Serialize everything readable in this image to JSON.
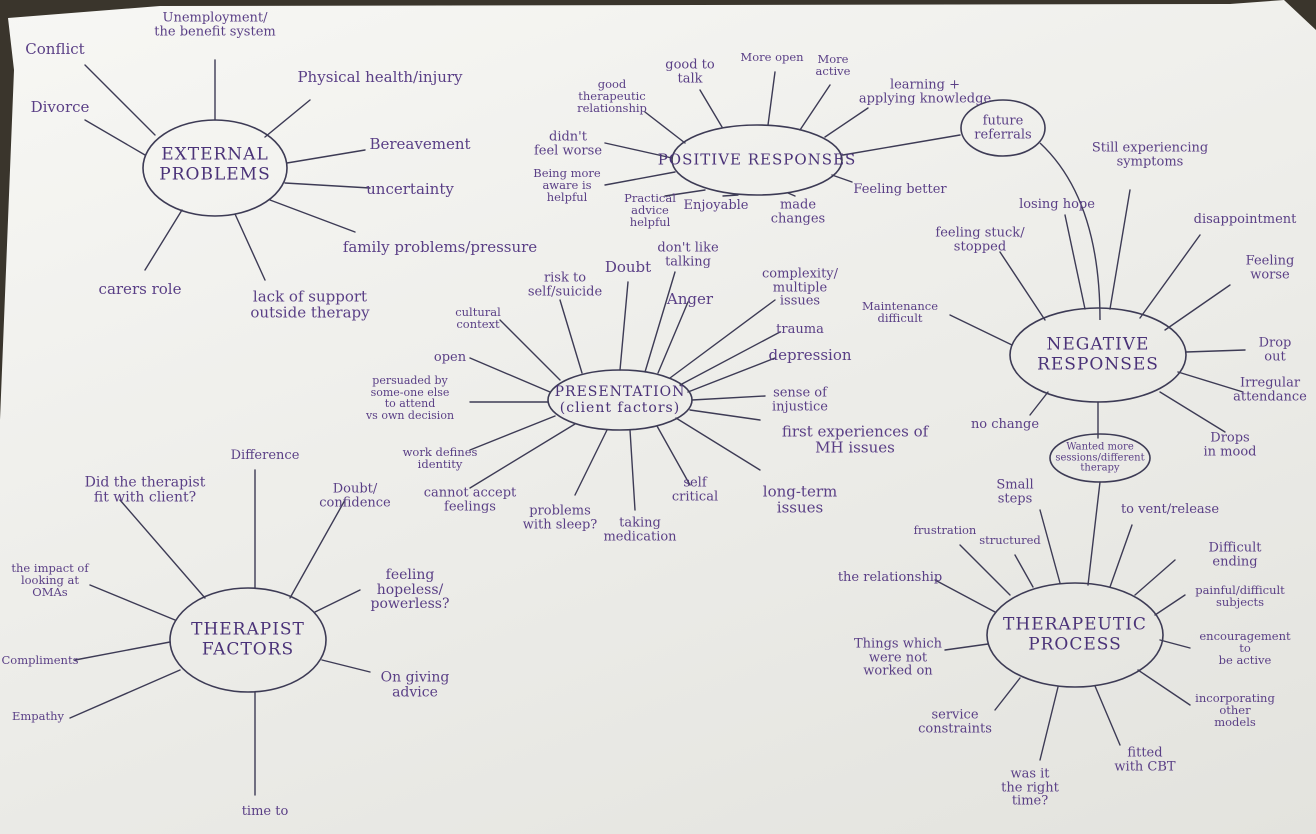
{
  "hubs": {
    "external": "EXTERNAL\nPROBLEMS",
    "positive": "POSITIVE RESPONSES",
    "negative": "NEGATIVE\nRESPONSES",
    "presentation": "PRESENTATION\n(client factors)",
    "therapist": "THERAPIST\nFACTORS",
    "therapeutic": "THERAPEUTIC\nPROCESS",
    "future_referrals": "future\nreferrals",
    "wanted_more": "Wanted more\nsessions/different\ntherapy"
  },
  "external_problems": [
    "Conflict",
    "Unemployment/\nthe benefit system",
    "Physical health/injury",
    "Divorce",
    "Bereavement",
    "uncertainty",
    "family problems/pressure",
    "carers role",
    "lack of support\noutside therapy"
  ],
  "positive_responses": [
    "good to\ntalk",
    "More open",
    "More\nactive",
    "learning +\napplying knowledge",
    "good\ntherapeutic\nrelationship",
    "didn't\nfeel worse",
    "Being more\naware is\nhelpful",
    "Practical\nadvice\nhelpful",
    "Enjoyable",
    "made\nchanges",
    "Feeling better"
  ],
  "negative_responses": [
    "Still experiencing\nsymptoms",
    "losing hope",
    "feeling stuck/\nstopped",
    "disappointment",
    "Feeling\nworse",
    "Maintenance\ndifficult",
    "Drop out",
    "Irregular\nattendance",
    "no change",
    "Drops\nin mood"
  ],
  "presentation": [
    "risk to\nself/suicide",
    "Doubt",
    "don't like\ntalking",
    "complexity/\nmultiple\nissues",
    "cultural\ncontext",
    "Anger",
    "trauma",
    "open",
    "depression",
    "persuaded by\nsome-one else\nto attend\nvs own decision",
    "sense of\ninjustice",
    "first experiences of\nMH issues",
    "work defines\nidentity",
    "cannot accept\nfeelings",
    "problems\nwith sleep?",
    "taking\nmedication",
    "self\ncritical",
    "long-term\nissues"
  ],
  "therapist_factors": [
    "Difference",
    "Did the therapist\nfit with client?",
    "Doubt/\nconfidence",
    "the impact of\nlooking at\nOMAs",
    "feeling\nhopeless/\npowerless?",
    "Compliments",
    "On giving\nadvice",
    "Empathy",
    "time to"
  ],
  "therapeutic_process": [
    "Small\nsteps",
    "to vent/release",
    "frustration",
    "structured",
    "Difficult ending",
    "the relationship",
    "painful/difficult\nsubjects",
    "Things which\nwere not\nworked on",
    "encouragement to\nbe active",
    "service\nconstraints",
    "incorporating other\nmodels",
    "was it\nthe right\ntime?",
    "fitted\nwith CBT"
  ]
}
